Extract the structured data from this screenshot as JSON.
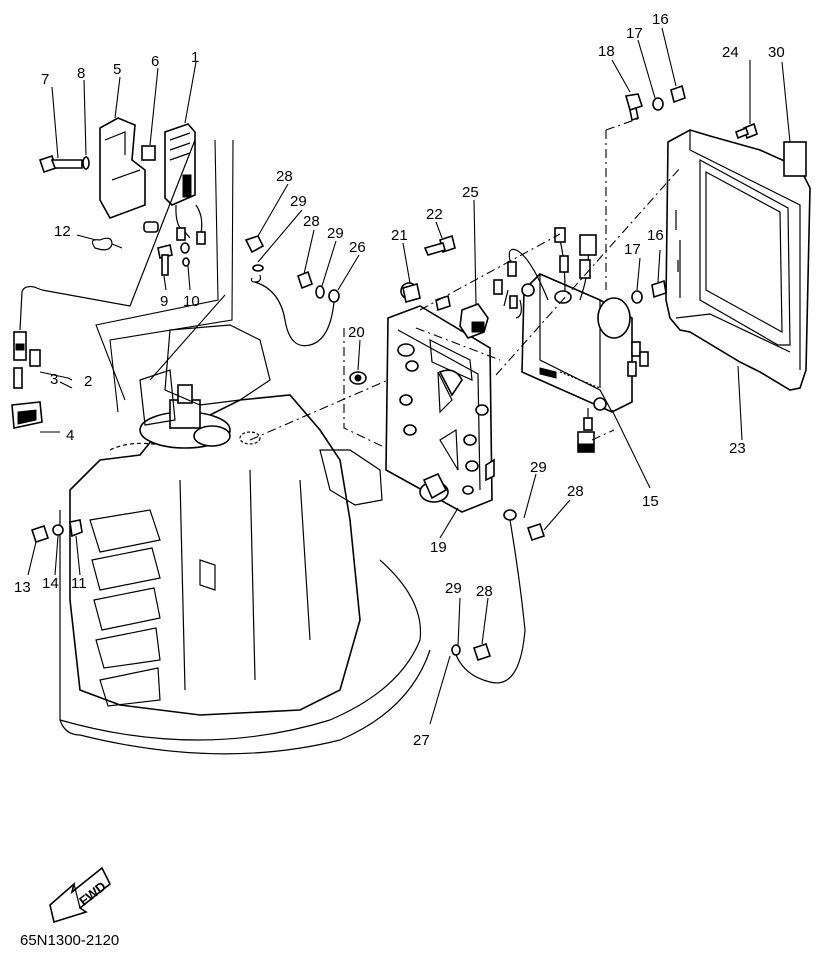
{
  "diagram_code": "65N1300-2120",
  "fwd_label": "FWD",
  "callouts": {
    "n1": "1",
    "n2": "2",
    "n3": "3",
    "n4": "4",
    "n5": "5",
    "n6": "6",
    "n7": "7",
    "n8": "8",
    "n9": "9",
    "n10": "10",
    "n11": "11",
    "n12": "12",
    "n13": "13",
    "n14": "14",
    "n15": "15",
    "n16a": "16",
    "n16b": "16",
    "n17a": "17",
    "n17b": "17",
    "n18": "18",
    "n19": "19",
    "n20": "20",
    "n21": "21",
    "n22": "22",
    "n23": "23",
    "n24": "24",
    "n25": "25",
    "n26": "26",
    "n27": "27",
    "n28a": "28",
    "n28b": "28",
    "n28c": "28",
    "n28d": "28",
    "n29a": "29",
    "n29b": "29",
    "n29c": "29",
    "n29d": "29",
    "n30": "30"
  }
}
